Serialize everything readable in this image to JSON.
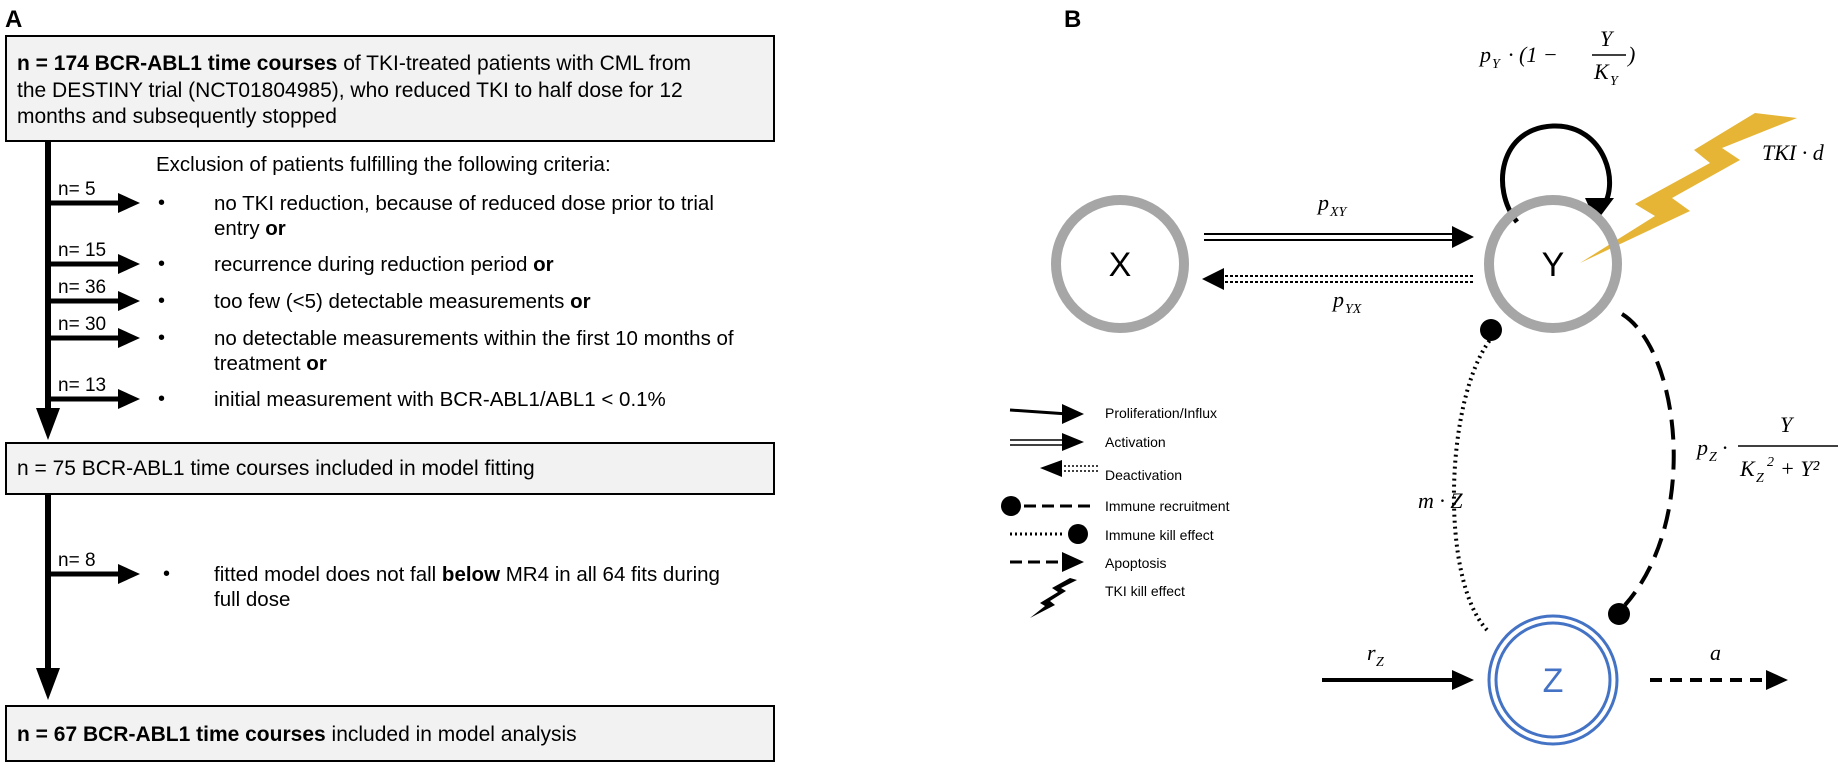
{
  "panel_a": {
    "label": "A",
    "top_box": {
      "bold": "n = 174 BCR-ABL1 time courses",
      "line1_rest": " of TKI-treated patients with CML from",
      "line2": "the DESTINY trial (NCT01804985), who reduced TKI to half dose for 12",
      "line3": "months and subsequently stopped"
    },
    "exclusion_heading": "Exclusion of patients fulfilling the following criteria:",
    "bullet": "•",
    "exclusions": [
      {
        "n": "n= 5",
        "line1": "no TKI reduction, because of reduced dose prior to trial",
        "line2": "entry ",
        "or": "or"
      },
      {
        "n": "n= 15",
        "line1": "recurrence during reduction period ",
        "or": "or"
      },
      {
        "n": "n= 36",
        "line1": "too few (<5) detectable measurements ",
        "or": "or"
      },
      {
        "n": "n= 30",
        "line1": "no detectable measurements within the first 10 months of",
        "line2": "treatment ",
        "or": "or"
      },
      {
        "n": "n= 13",
        "line1": "initial measurement with BCR-ABL1/ABL1  < 0.1%"
      }
    ],
    "middle_box": "n = 75 BCR-ABL1 time courses included in model fitting",
    "second_exclusion": {
      "n": "n= 8",
      "pre": "fitted model does not fall ",
      "bold": "below",
      "post": " MR4 in all 64 fits during",
      "line2": "full dose"
    },
    "bottom_box": {
      "bold": "n = 67 BCR-ABL1 time courses",
      "rest": " included in model analysis"
    }
  },
  "panel_b": {
    "label": "B",
    "nodes": {
      "x": "X",
      "y": "Y",
      "z": "Z"
    },
    "colors": {
      "node_gray": "#a6a6a6",
      "z_blue": "#4472c4",
      "lightning": "#e6b535",
      "box_fill": "#f2f2f2"
    },
    "formulas": {
      "p": "p",
      "y_growth_pre": "·  (1 −",
      "y_growth_num": "Y",
      "y_growth_den_k": "K",
      "y_growth_den_sub": "Y",
      "y_growth_post": ")",
      "sub_y": "Y",
      "tki": "TKI · d",
      "sub_xy": "XY",
      "sub_yx": "YX",
      "recruit_num": "Y",
      "recruit_den_k": "K",
      "recruit_den_sub": "Z",
      "recruit_den_rest": "+ Y²",
      "sq": "2",
      "sub_z": "Z",
      "mz": "m · Z",
      "r": "r",
      "a": "a",
      "dot": "·"
    },
    "legend": [
      "Proliferation/Influx",
      "Activation",
      "Deactivation",
      "Immune recruitment",
      "Immune kill effect",
      "Apoptosis",
      "TKI kill effect"
    ]
  }
}
